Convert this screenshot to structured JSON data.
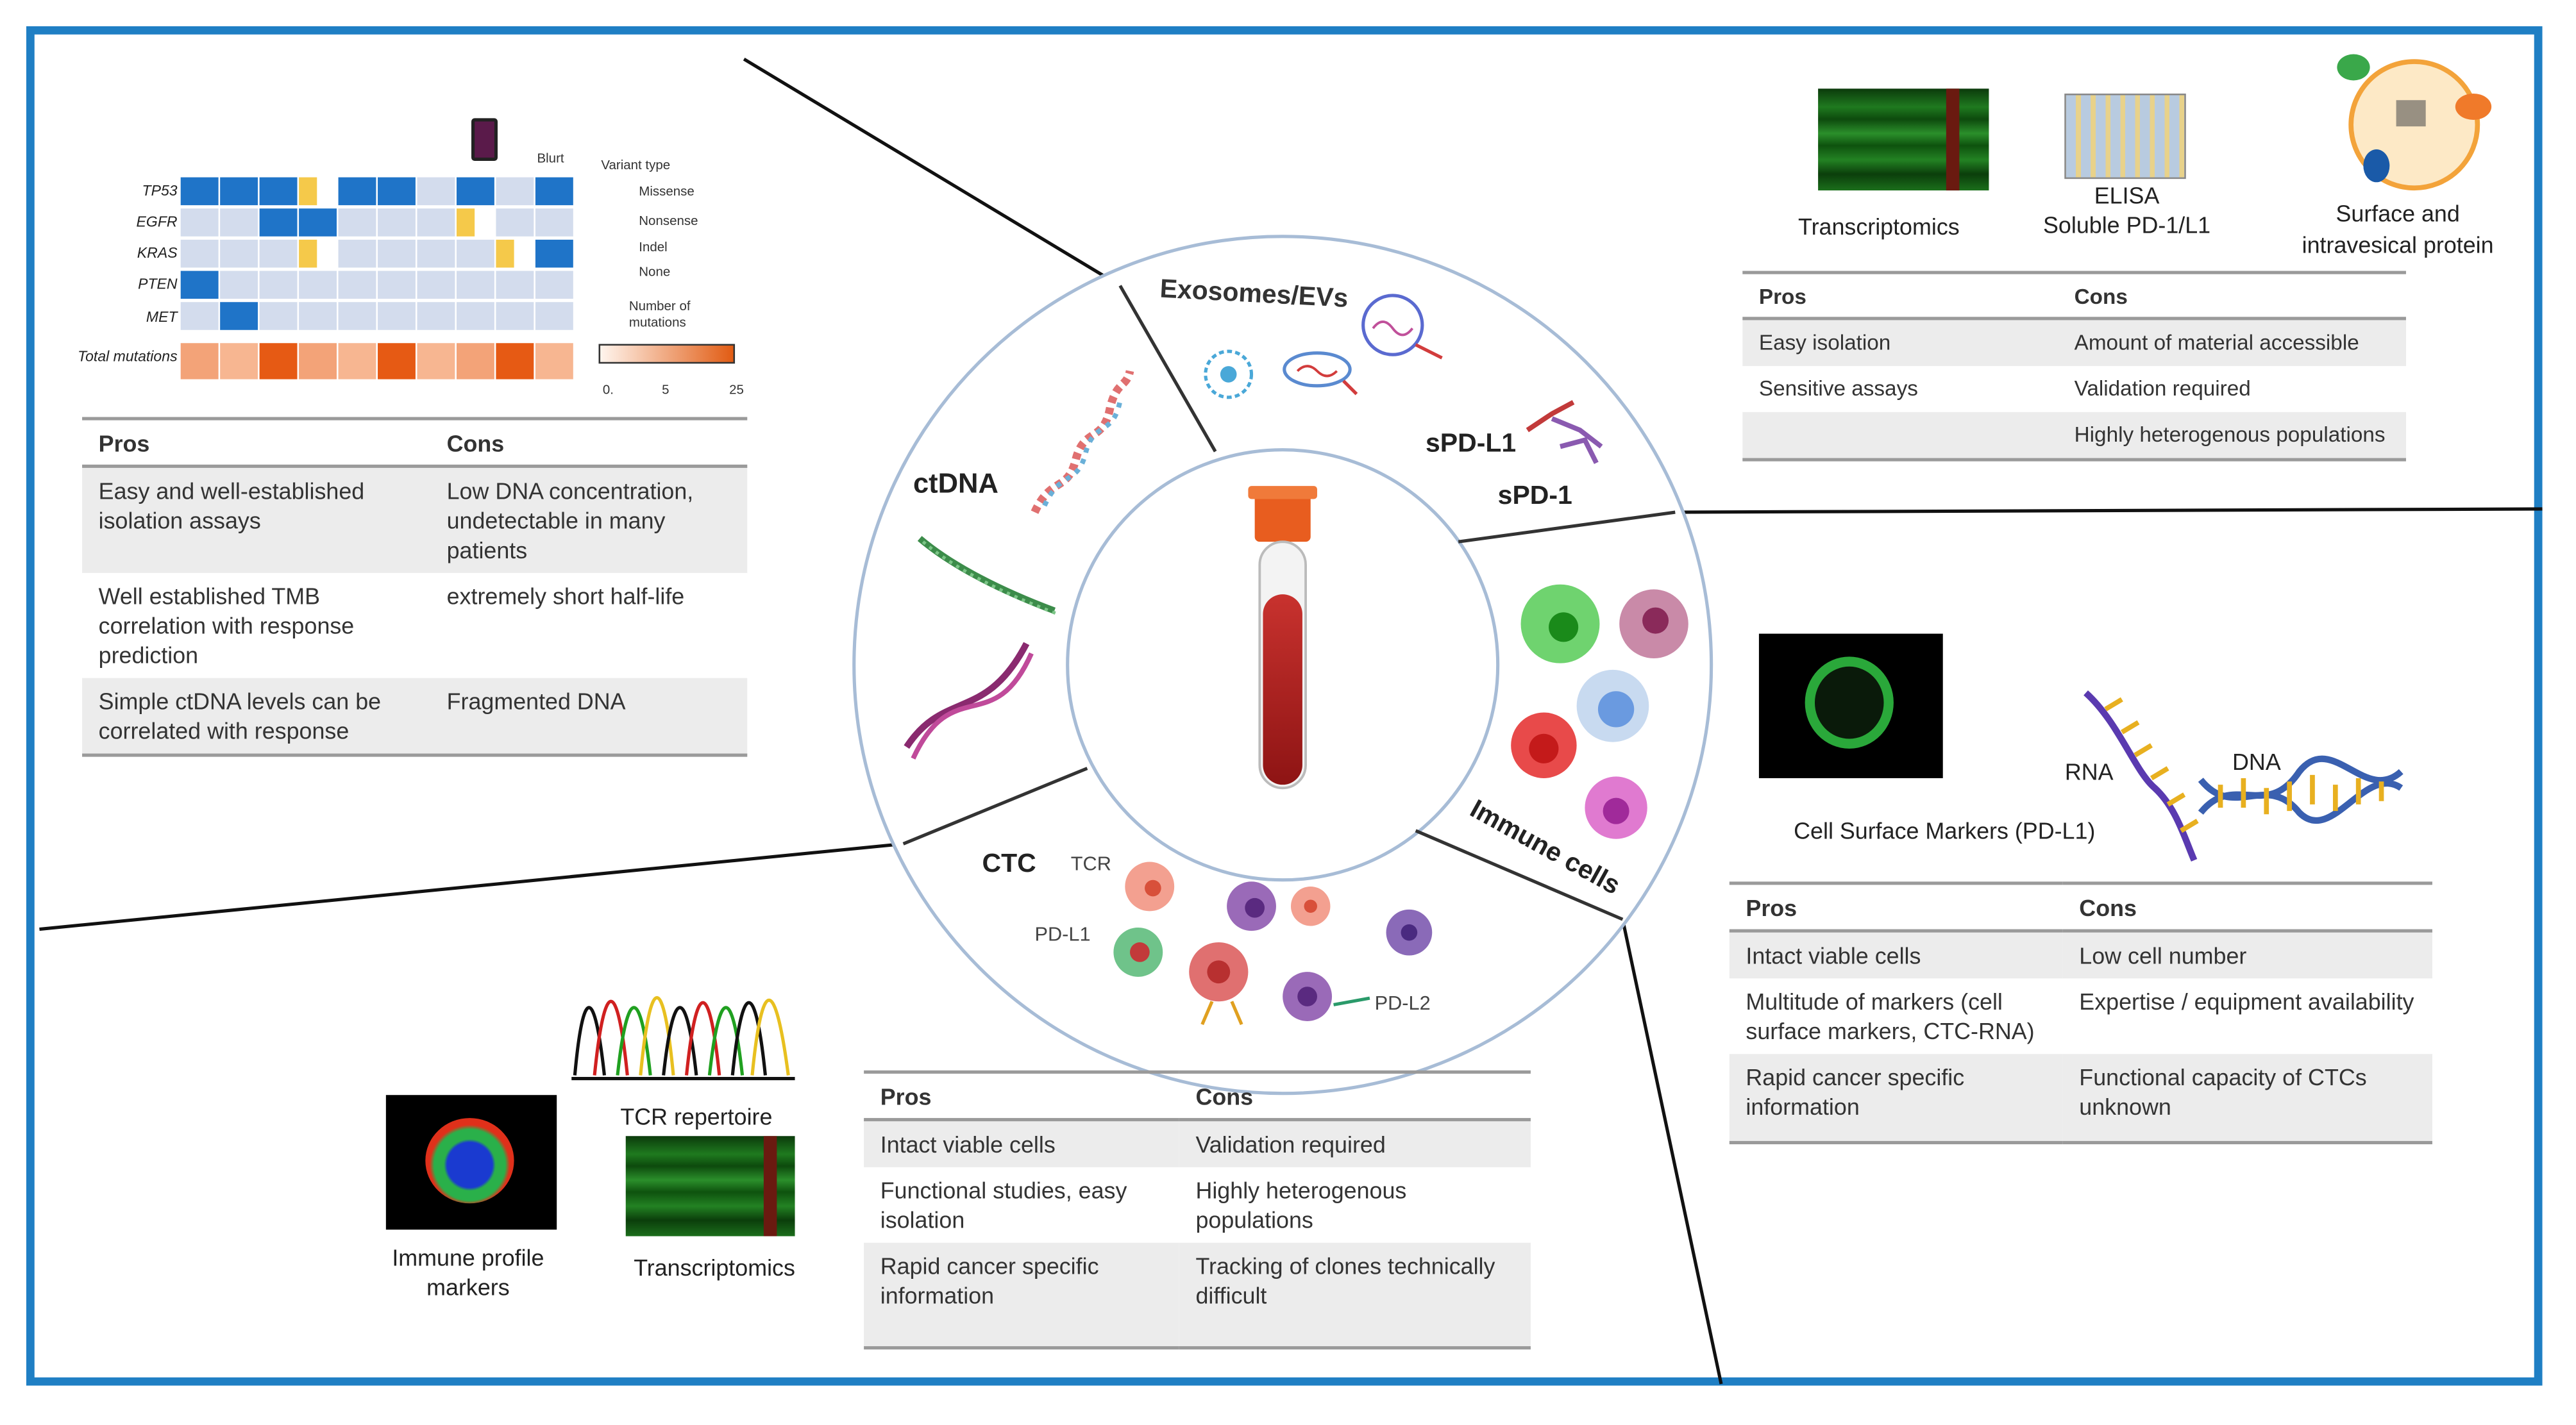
{
  "center": {
    "segments": {
      "exosomes": "Exosomes/EVs",
      "spdl1": "sPD-L1",
      "spd1": "sPD-1",
      "ctdna": "ctDNA",
      "ctc": "CTC",
      "immune": "Immune cells"
    },
    "ctc_labels": {
      "tcr": "TCR",
      "pdl1": "PD-L1",
      "pdl2": "PD-L2"
    }
  },
  "heatmap": {
    "genes": [
      "TP53",
      "EGFR",
      "KRAS",
      "PTEN",
      "MET"
    ],
    "total_label": "Total mutations",
    "variant_title": "Variant type",
    "variant_types": [
      "Missense",
      "Nonsense",
      "Indel",
      "None"
    ],
    "count_title_1": "Number of",
    "count_title_2": "mutations",
    "scale_ticks": [
      "0.",
      "5",
      "25"
    ],
    "tube_label": "Blurt",
    "colors": {
      "missense": "#1f74c8",
      "nonsense": "#f5c94a",
      "none": "#d3dced"
    },
    "grid": [
      [
        "m",
        "m",
        "m",
        "n",
        "m",
        "m",
        "x",
        "m",
        "x",
        "m"
      ],
      [
        "x",
        "x",
        "m",
        "m",
        "x",
        "x",
        "x",
        "n",
        "x",
        "x"
      ],
      [
        "x",
        "x",
        "x",
        "n",
        "x",
        "x",
        "x",
        "x",
        "n",
        "m"
      ],
      [
        "m",
        "x",
        "x",
        "x",
        "x",
        "x",
        "x",
        "x",
        "x",
        "x"
      ],
      [
        "x",
        "m",
        "x",
        "x",
        "x",
        "x",
        "x",
        "x",
        "x",
        "x"
      ]
    ],
    "totals": [
      2,
      1,
      6,
      2,
      1,
      6,
      1,
      2,
      6,
      1
    ]
  },
  "ctdna_table": {
    "pros_header": "Pros",
    "cons_header": "Cons",
    "rows": [
      {
        "pro": "Easy and well-established isolation assays",
        "con": "Low DNA concentration, undetectable in many patients"
      },
      {
        "pro": "Well established TMB correlation with response prediction",
        "con": "extremely short half-life"
      },
      {
        "pro": "Simple ctDNA levels can be correlated with response",
        "con": "Fragmented DNA"
      }
    ]
  },
  "exo_panel": {
    "transcriptomics": "Transcriptomics",
    "elisa_1": "ELISA",
    "elisa_2": "Soluble PD-1/L1",
    "surface_1": "Surface and",
    "surface_2": "intravesical protein"
  },
  "exo_table": {
    "pros_header": "Pros",
    "cons_header": "Cons",
    "rows": [
      {
        "pro": "Easy isolation",
        "con": "Amount of material accessible"
      },
      {
        "pro": "Sensitive assays",
        "con": "Validation required"
      },
      {
        "pro": "",
        "con": "Highly heterogenous populations"
      }
    ]
  },
  "immune_panel": {
    "cell_surface": "Cell Surface Markers (PD-L1)",
    "rna": "RNA",
    "dna": "DNA"
  },
  "immune_table": {
    "pros_header": "Pros",
    "cons_header": "Cons",
    "rows": [
      {
        "pro": "Intact viable cells",
        "con": "Low cell number"
      },
      {
        "pro": "Multitude of markers (cell surface markers, CTC-RNA)",
        "con": "Expertise / equipment availability"
      },
      {
        "pro": "Rapid cancer specific information",
        "con": "Functional capacity of CTCs unknown"
      }
    ]
  },
  "ctc_panel": {
    "tcr_repertoire": "TCR repertoire",
    "immune_profile_1": "Immune profile",
    "immune_profile_2": "markers",
    "transcriptomics": "Transcriptomics"
  },
  "ctc_table": {
    "pros_header": "Pros",
    "cons_header": "Cons",
    "rows": [
      {
        "pro": "Intact viable cells",
        "con": "Validation required"
      },
      {
        "pro": "Functional studies, easy isolation",
        "con": "Highly heterogenous populations"
      },
      {
        "pro": "Rapid cancer specific information",
        "con": "Tracking of clones technically difficult"
      }
    ]
  }
}
